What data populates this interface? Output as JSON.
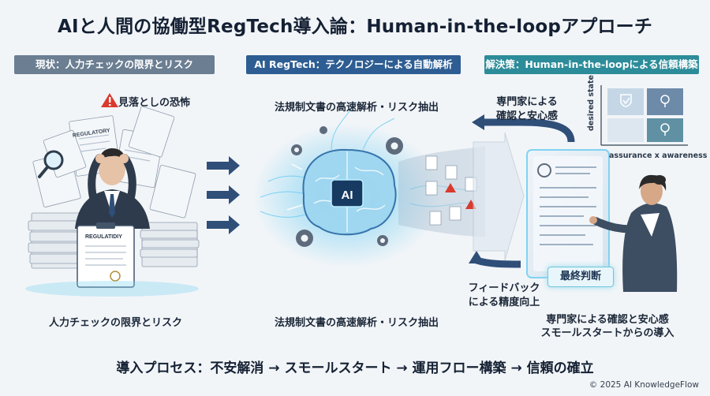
{
  "title": "AIと人間の協働型RegTech導入論：Human-in-the-loopアプローチ",
  "sections": {
    "left": {
      "banner": "現状：人力チェックの限界とリスク",
      "warning": "見落としの恐怖",
      "caption": "人力チェックの限界とリスク",
      "doc_label_1": "REGULATORY",
      "doc_label_2": "REGULATIDIY"
    },
    "middle": {
      "banner": "AI RegTech：テクノロジーによる自動解析",
      "top_text": "法規制文書の高速解析・リスク抽出",
      "caption": "法規制文書の高速解析・リスク抽出",
      "ai_label": "AI"
    },
    "right": {
      "banner": "解決策：Human-in-the-loopによる信頼構築",
      "confirm_line1": "専門家による",
      "confirm_line2": "確認と安心感",
      "feedback_line1": "フィードバック",
      "feedback_line2": "による精度向上",
      "final_decision": "最終判断",
      "caption_line1": "専門家による確認と安心感",
      "caption_line2": "スモールスタートからの導入",
      "matrix_y_label": "desired state",
      "matrix_x_label": "assurance x awareness"
    }
  },
  "footer": "導入プロセス：不安解消 → スモールスタート → 運用フロー構築 → 信頼の確立",
  "copyright": "© 2025 AI KnowledgeFlow",
  "colors": {
    "banner_left": "#6b7e92",
    "banner_middle": "#2d5d92",
    "banner_right": "#2c8c99",
    "warning_red": "#d93a2e",
    "glow_blue": "#5ec8f0"
  }
}
